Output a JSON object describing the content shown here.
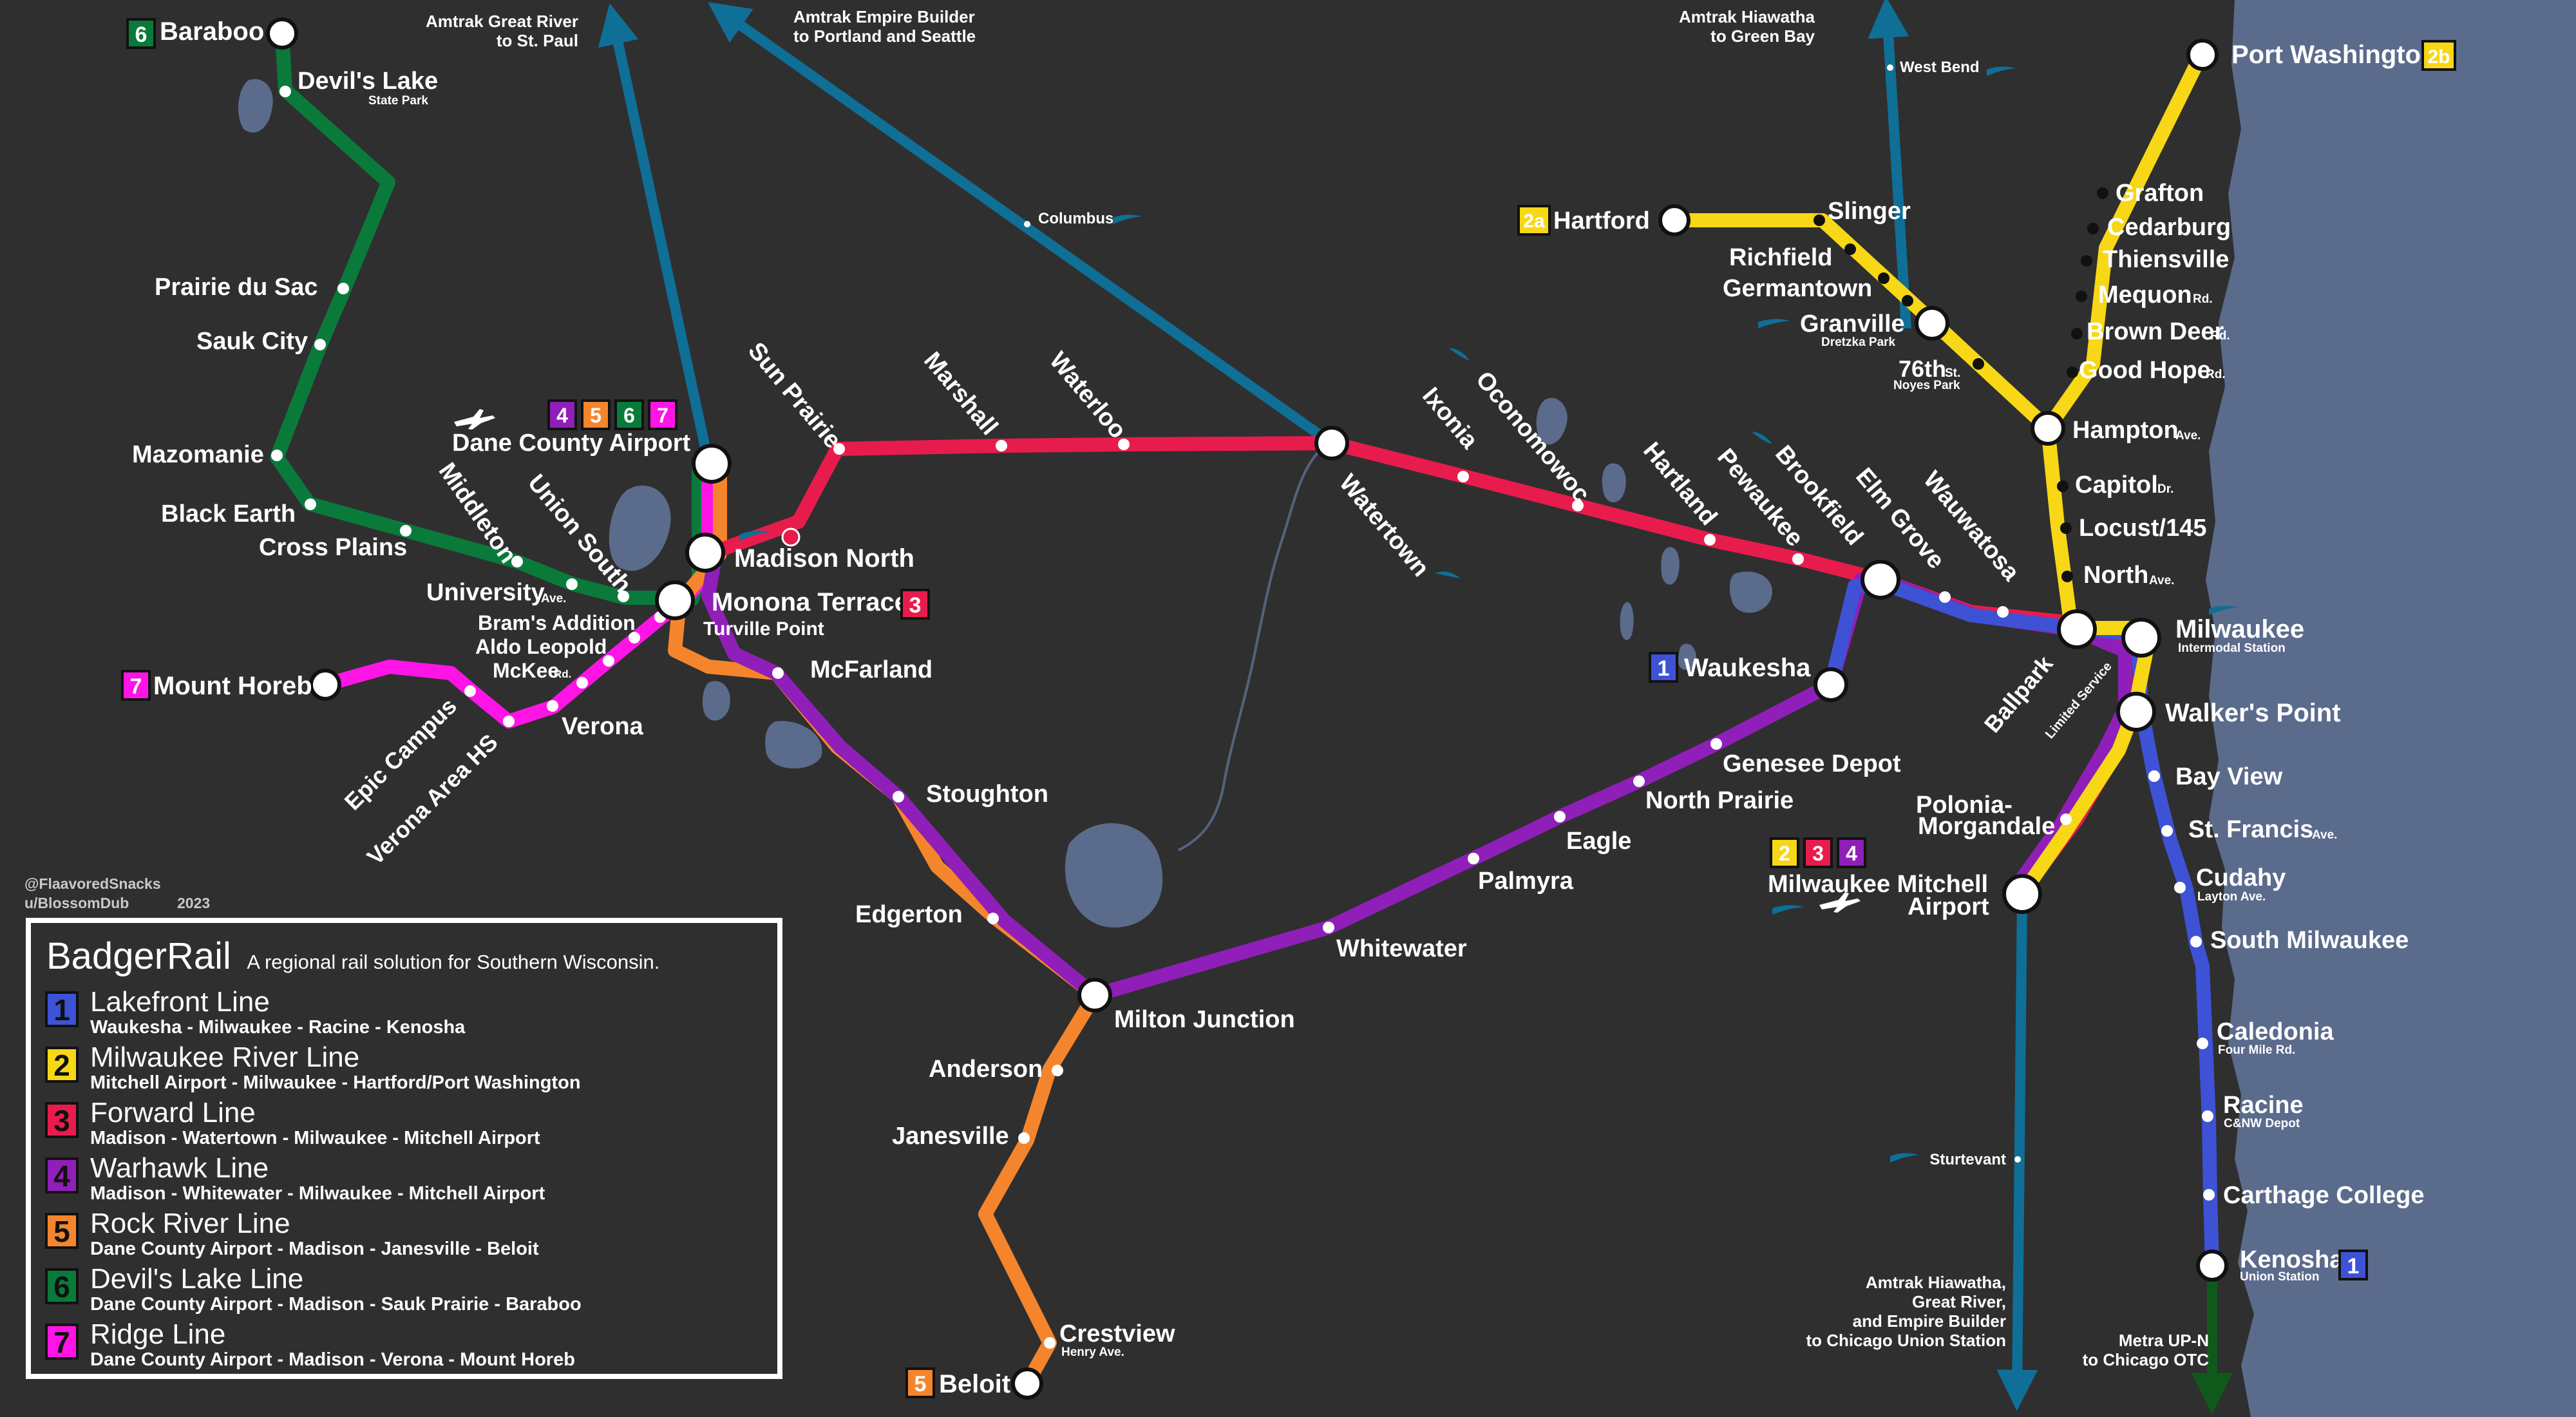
{
  "colors": {
    "background": "#2f2f2f",
    "lake": "#5b6b8c",
    "river": "#55627e",
    "amtrak": "#0f6f97",
    "metra": "#0f5a1a",
    "line1": "#3e52d6",
    "line2": "#f7d716",
    "line3": "#e81c4c",
    "line4": "#8f1fb8",
    "line5": "#f5852c",
    "line6": "#0a7a3a",
    "line7": "#ff14e6"
  },
  "legend": {
    "title": "BadgerRail",
    "subtitle": "A regional rail solution for Southern Wisconsin.",
    "lines": [
      {
        "num": "1",
        "name": "Lakefront Line",
        "desc": "Waukesha - Milwaukee - Racine - Kenosha",
        "color": "#3e52d6"
      },
      {
        "num": "2",
        "name": "Milwaukee River Line",
        "desc": "Mitchell Airport - Milwaukee - Hartford/Port Washington",
        "color": "#f7d716"
      },
      {
        "num": "3",
        "name": "Forward Line",
        "desc": "Madison - Watertown - Milwaukee - Mitchell Airport",
        "color": "#e81c4c"
      },
      {
        "num": "4",
        "name": "Warhawk Line",
        "desc": "Madison - Whitewater - Milwaukee - Mitchell Airport",
        "color": "#8f1fb8"
      },
      {
        "num": "5",
        "name": "Rock River Line",
        "desc": "Dane County Airport - Madison - Janesville - Beloit",
        "color": "#f5852c"
      },
      {
        "num": "6",
        "name": "Devil's Lake Line",
        "desc": "Dane County Airport - Madison - Sauk Prairie - Baraboo",
        "color": "#0a7a3a"
      },
      {
        "num": "7",
        "name": "Ridge Line",
        "desc": "Dane County Airport - Madison - Verona - Mount Horeb",
        "color": "#ff14e6"
      }
    ]
  },
  "credit": {
    "line1": "@FlaavoredSnacks",
    "line2": "u/BlossomDub",
    "year": "2023"
  },
  "amtrak_labels": {
    "great_river_1": "Amtrak Great River",
    "great_river_2": "to St. Paul",
    "empire_builder_1": "Amtrak Empire Builder",
    "empire_builder_2": "to Portland and Seattle",
    "hiawatha_1": "Amtrak Hiawatha",
    "hiawatha_2": "to Green Bay",
    "south_1": "Amtrak Hiawatha,",
    "south_2": "Great River,",
    "south_3": "and Empire Builder",
    "south_4": "to Chicago Union Station",
    "metra_1": "Metra UP-N",
    "metra_2": "to Chicago OTC",
    "columbus": "Columbus",
    "west_bend": "West Bend",
    "sturtevant": "Sturtevant"
  },
  "stations": {
    "baraboo": "Baraboo",
    "devils_lake": "Devil's Lake",
    "devils_lake_sub": "State Park",
    "prairie_du_sac": "Prairie du Sac",
    "sauk_city": "Sauk City",
    "mazomanie": "Mazomanie",
    "black_earth": "Black Earth",
    "cross_plains": "Cross Plains",
    "middleton": "Middleton",
    "union_south": "Union South",
    "university": "University",
    "university_sub": "Ave.",
    "brams_addition": "Bram's Addition",
    "aldo_leopold": "Aldo Leopold",
    "mckee": "McKee",
    "mckee_sub": "Rd.",
    "mount_horeb": "Mount Horeb",
    "epic_campus": "Epic Campus",
    "verona_area_hs": "Verona Area HS",
    "verona": "Verona",
    "dane_county_airport": "Dane County Airport",
    "madison_north": "Madison North",
    "monona_terrace": "Monona Terrace",
    "turville_point": "Turville Point",
    "mcfarland": "McFarland",
    "stoughton": "Stoughton",
    "edgerton": "Edgerton",
    "milton_junction": "Milton Junction",
    "anderson": "Anderson",
    "janesville": "Janesville",
    "crestview": "Crestview",
    "crestview_sub": "Henry Ave.",
    "beloit": "Beloit",
    "sun_prairie": "Sun Prairie",
    "marshall": "Marshall",
    "waterloo": "Waterloo",
    "watertown": "Watertown",
    "ixonia": "Ixonia",
    "oconomowoc": "Oconomowoc",
    "hartland": "Hartland",
    "pewaukee": "Pewaukee",
    "brookfield": "Brookfield",
    "elm_grove": "Elm Grove",
    "wauwatosa": "Wauwatosa",
    "waukesha": "Waukesha",
    "genesee_depot": "Genesee Depot",
    "north_prairie": "North Prairie",
    "eagle": "Eagle",
    "palmyra": "Palmyra",
    "whitewater": "Whitewater",
    "hartford": "Hartford",
    "slinger": "Slinger",
    "richfield": "Richfield",
    "germantown": "Germantown",
    "granville": "Granville",
    "granville_sub": "Dretzka Park",
    "76th": "76th",
    "76th_st": "St.",
    "76th_sub": "Noyes Park",
    "hampton": "Hampton",
    "hampton_sub": "Ave.",
    "port_washington": "Port Washington",
    "grafton": "Grafton",
    "cedarburg": "Cedarburg",
    "thiensville": "Thiensville",
    "mequon": "Mequon",
    "mequon_sub": "Rd.",
    "brown_deer": "Brown Deer",
    "brown_deer_sub": "Rd.",
    "good_hope": "Good Hope",
    "good_hope_sub": "Rd.",
    "capitol": "Capitol",
    "capitol_sub": "Dr.",
    "locust": "Locust/145",
    "north": "North",
    "north_sub": "Ave.",
    "milwaukee": "Milwaukee",
    "milwaukee_sub": "Intermodal Station",
    "ballpark": "Ballpark",
    "ballpark_sub": "Limited Service",
    "walkers_point": "Walker's Point",
    "polonia_1": "Polonia-",
    "polonia_2": "Morgandale",
    "mitchell_1": "Milwaukee Mitchell",
    "mitchell_2": "Airport",
    "bay_view": "Bay View",
    "st_francis": "St. Francis",
    "st_francis_sub": "Ave.",
    "cudahy": "Cudahy",
    "cudahy_sub": "Layton Ave.",
    "south_milwaukee": "South Milwaukee",
    "caledonia": "Caledonia",
    "caledonia_sub": "Four Mile Rd.",
    "racine": "Racine",
    "racine_sub": "C&NW Depot",
    "carthage": "Carthage College",
    "kenosha": "Kenosha",
    "kenosha_sub": "Union Station"
  },
  "terminal_badges": {
    "baraboo": "6",
    "mount_horeb": "7",
    "monona_terrace": "3",
    "waukesha": "1",
    "hartford": "2a",
    "port_washington": "2b",
    "beloit": "5",
    "kenosha": "1",
    "dane_airport": [
      "4",
      "5",
      "6",
      "7"
    ],
    "mitchell": [
      "2",
      "3",
      "4"
    ]
  }
}
